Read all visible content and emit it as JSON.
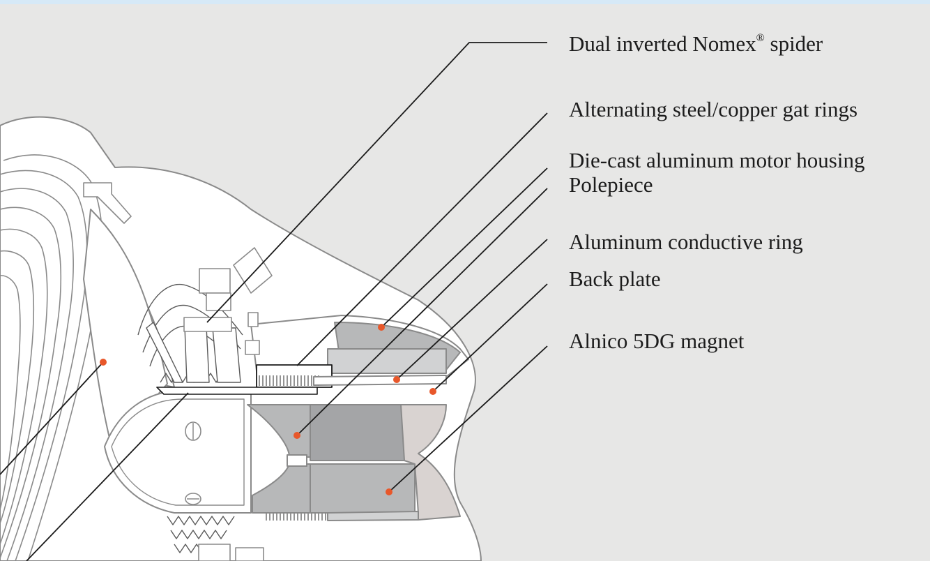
{
  "callouts": [
    {
      "id": "spider",
      "text": "Dual inverted Nomex",
      "sup": "®",
      "suffix": " spider"
    },
    {
      "id": "gap-rings",
      "text": "Alternating steel/copper gat rings"
    },
    {
      "id": "motor-housing",
      "text": "Die-cast aluminum motor housing"
    },
    {
      "id": "polepiece",
      "text": "Polepiece"
    },
    {
      "id": "conductive-ring",
      "text": "Aluminum conductive ring"
    },
    {
      "id": "back-plate",
      "text": "Back plate"
    },
    {
      "id": "magnet",
      "text": "Alnico 5DG magnet"
    }
  ],
  "colors": {
    "background": "#e7e7e6",
    "top_band": "#d6e9f7",
    "outline": "#8a8a8a",
    "part_fill": "#ffffff",
    "steel_gray": "#b7b8b9",
    "dark_gray": "#a4a5a7",
    "light_gray": "#d1d2d3",
    "pinkish": "#d9d3d1",
    "leader_line": "#1a1a1a",
    "marker": "#e8572a"
  }
}
